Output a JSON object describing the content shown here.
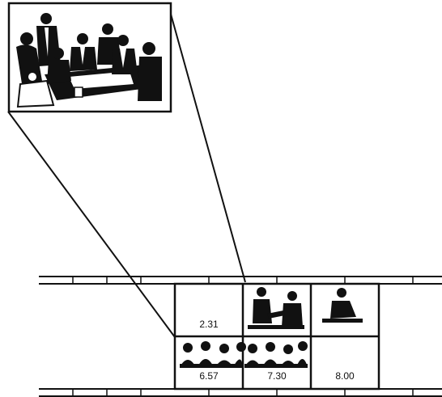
{
  "illustration": {
    "meeting_picture": "meeting-illustration",
    "grid": {
      "cells": [
        {
          "label": "2.31",
          "picture": ""
        },
        {
          "label": "",
          "picture": "handshake-icon"
        },
        {
          "label": "",
          "picture": "desk-person-icon"
        },
        {
          "label": "6.57",
          "picture": "audience-icon"
        },
        {
          "label": "7.30",
          "picture": "audience-icon"
        },
        {
          "label": "8.00",
          "picture": ""
        }
      ]
    },
    "colors": {
      "ink": "#111111",
      "paper": "#ffffff"
    }
  }
}
